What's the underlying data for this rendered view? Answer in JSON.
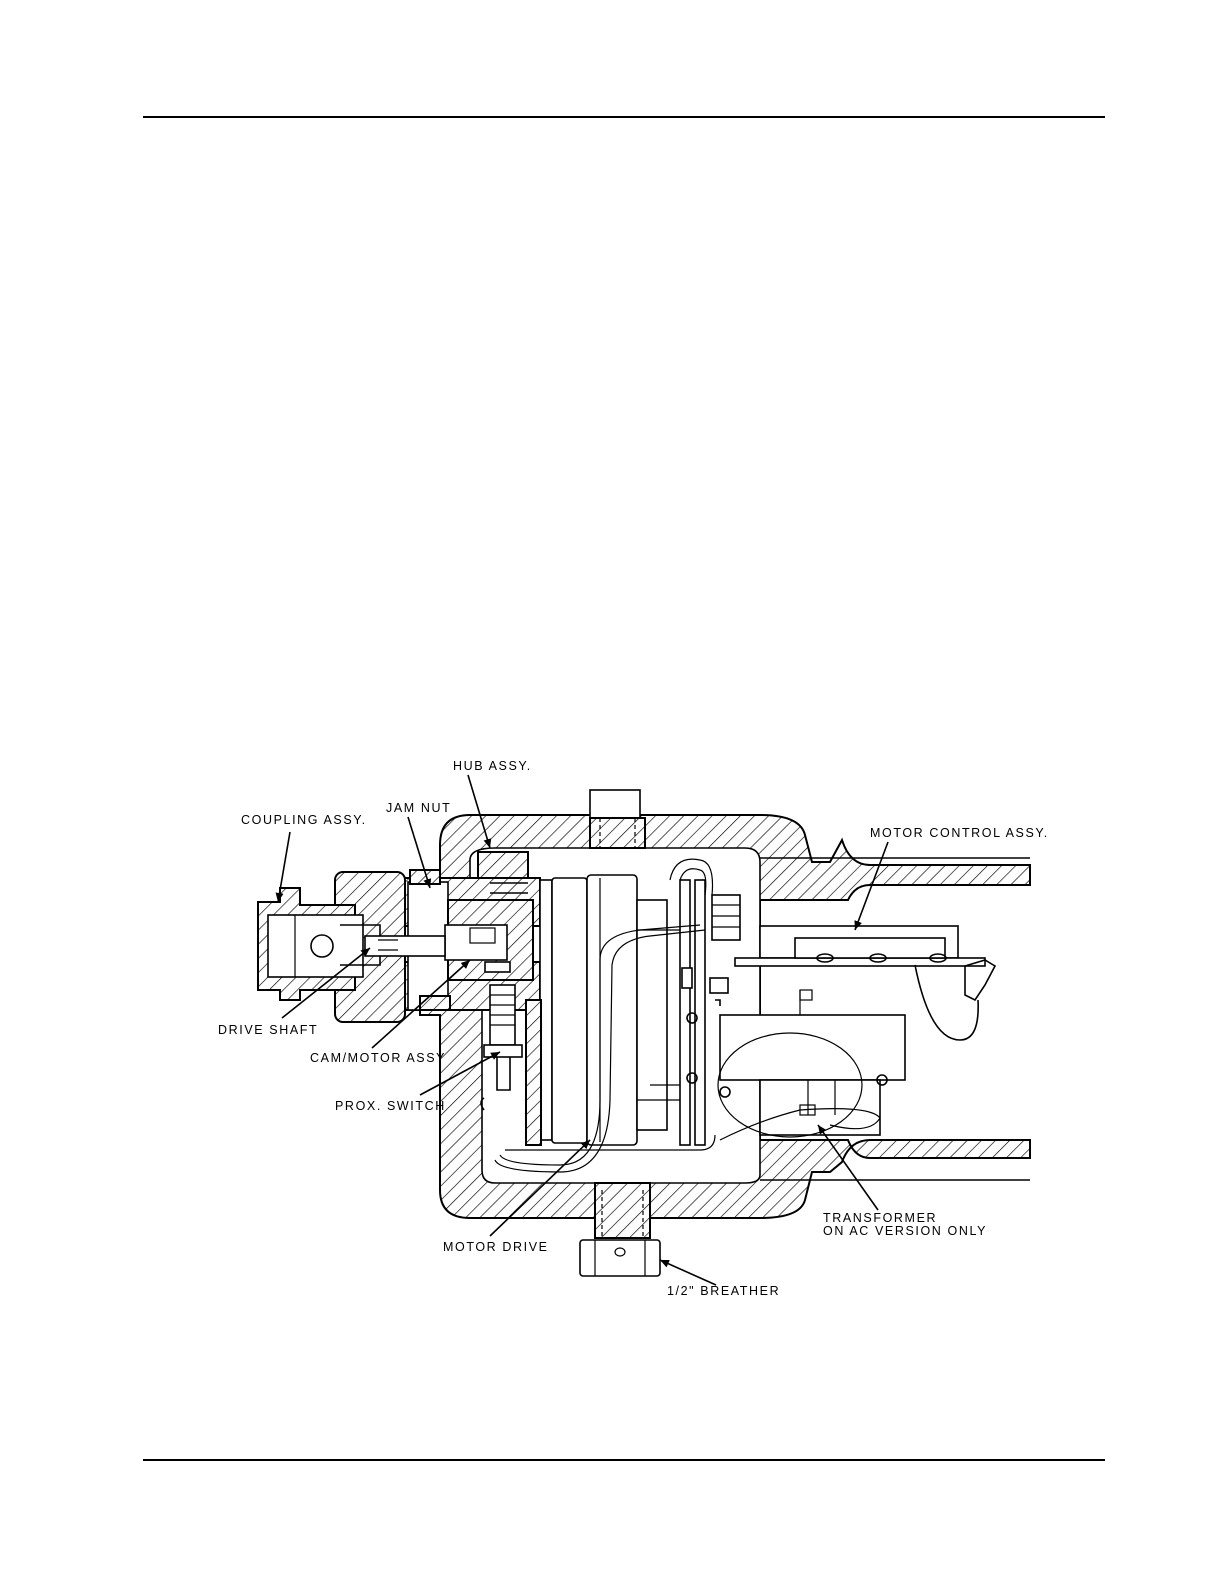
{
  "labels": {
    "hub_assy": "HUB ASSY.",
    "jam_nut": "JAM NUT",
    "coupling_assy": "COUPLING ASSY.",
    "motor_control_assy": "MOTOR CONTROL ASSY.",
    "drive_shaft": "DRIVE SHAFT",
    "cam_motor_assy": "CAM/MOTOR ASSY",
    "prox_switch": "PROX. SWITCH",
    "motor_drive": "MOTOR DRIVE",
    "transformer_line1": "TRANSFORMER",
    "transformer_line2": "ON AC VERSION ONLY",
    "breather": "1/2\" BREATHER"
  }
}
